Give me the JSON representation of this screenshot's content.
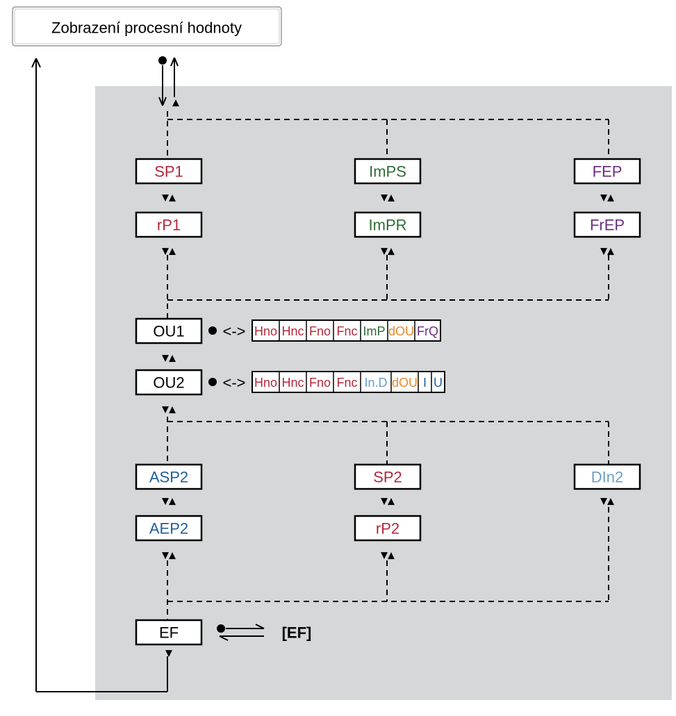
{
  "header": {
    "title": "Zobrazení procesní hodnoty"
  },
  "colors": {
    "red": "#b5283a",
    "green": "#2e6b35",
    "purple": "#6b2d7e",
    "orange": "#e8892b",
    "darkblue": "#1f5f9a",
    "lightblue": "#6a9ec9",
    "panel": "#d6d7d8",
    "black": "#000000"
  },
  "menu": {
    "sp1": "SP1",
    "rp1": "rP1",
    "imps": "ImPS",
    "impr": "ImPR",
    "fep": "FEP",
    "frep": "FrEP",
    "ou1": "OU1",
    "ou2": "OU2",
    "asp2": "ASP2",
    "aep2": "AEP2",
    "sp2": "SP2",
    "rp2": "rP2",
    "din2": "DIn2",
    "ef": "EF"
  },
  "ou1_options": [
    {
      "label": "Hno",
      "color": "red"
    },
    {
      "label": "Hnc",
      "color": "red"
    },
    {
      "label": "Fno",
      "color": "red"
    },
    {
      "label": "Fnc",
      "color": "red"
    },
    {
      "label": "ImP",
      "color": "green"
    },
    {
      "label": "dOU",
      "color": "orange"
    },
    {
      "label": "FrQ",
      "color": "purple"
    }
  ],
  "ou2_options": [
    {
      "label": "Hno",
      "color": "red"
    },
    {
      "label": "Hnc",
      "color": "red"
    },
    {
      "label": "Fno",
      "color": "red"
    },
    {
      "label": "Fnc",
      "color": "red"
    },
    {
      "label": "In.D",
      "color": "lightblue"
    },
    {
      "label": "dOU",
      "color": "orange"
    },
    {
      "label": "I",
      "color": "darkblue"
    },
    {
      "label": "U",
      "color": "darkblue"
    }
  ],
  "ef_target": "[EF]",
  "arrows": {
    "up_down": "▼▲",
    "down": "▼",
    "up": "▲",
    "bidir": "<->",
    "dot": "●"
  }
}
